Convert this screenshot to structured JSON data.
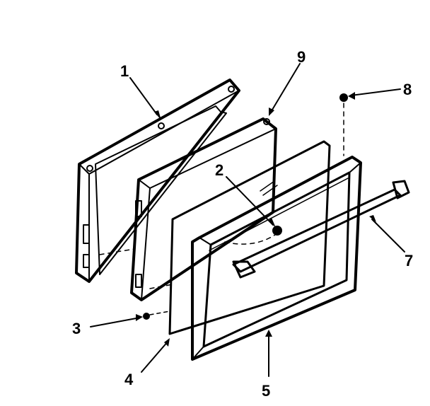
{
  "labels": {
    "l1": "1",
    "l2": "2",
    "l3": "3",
    "l4": "4",
    "l5": "5",
    "l7": "7",
    "l8": "8",
    "l9": "9"
  },
  "colors": {
    "ink": "#000000",
    "paper": "#ffffff"
  }
}
